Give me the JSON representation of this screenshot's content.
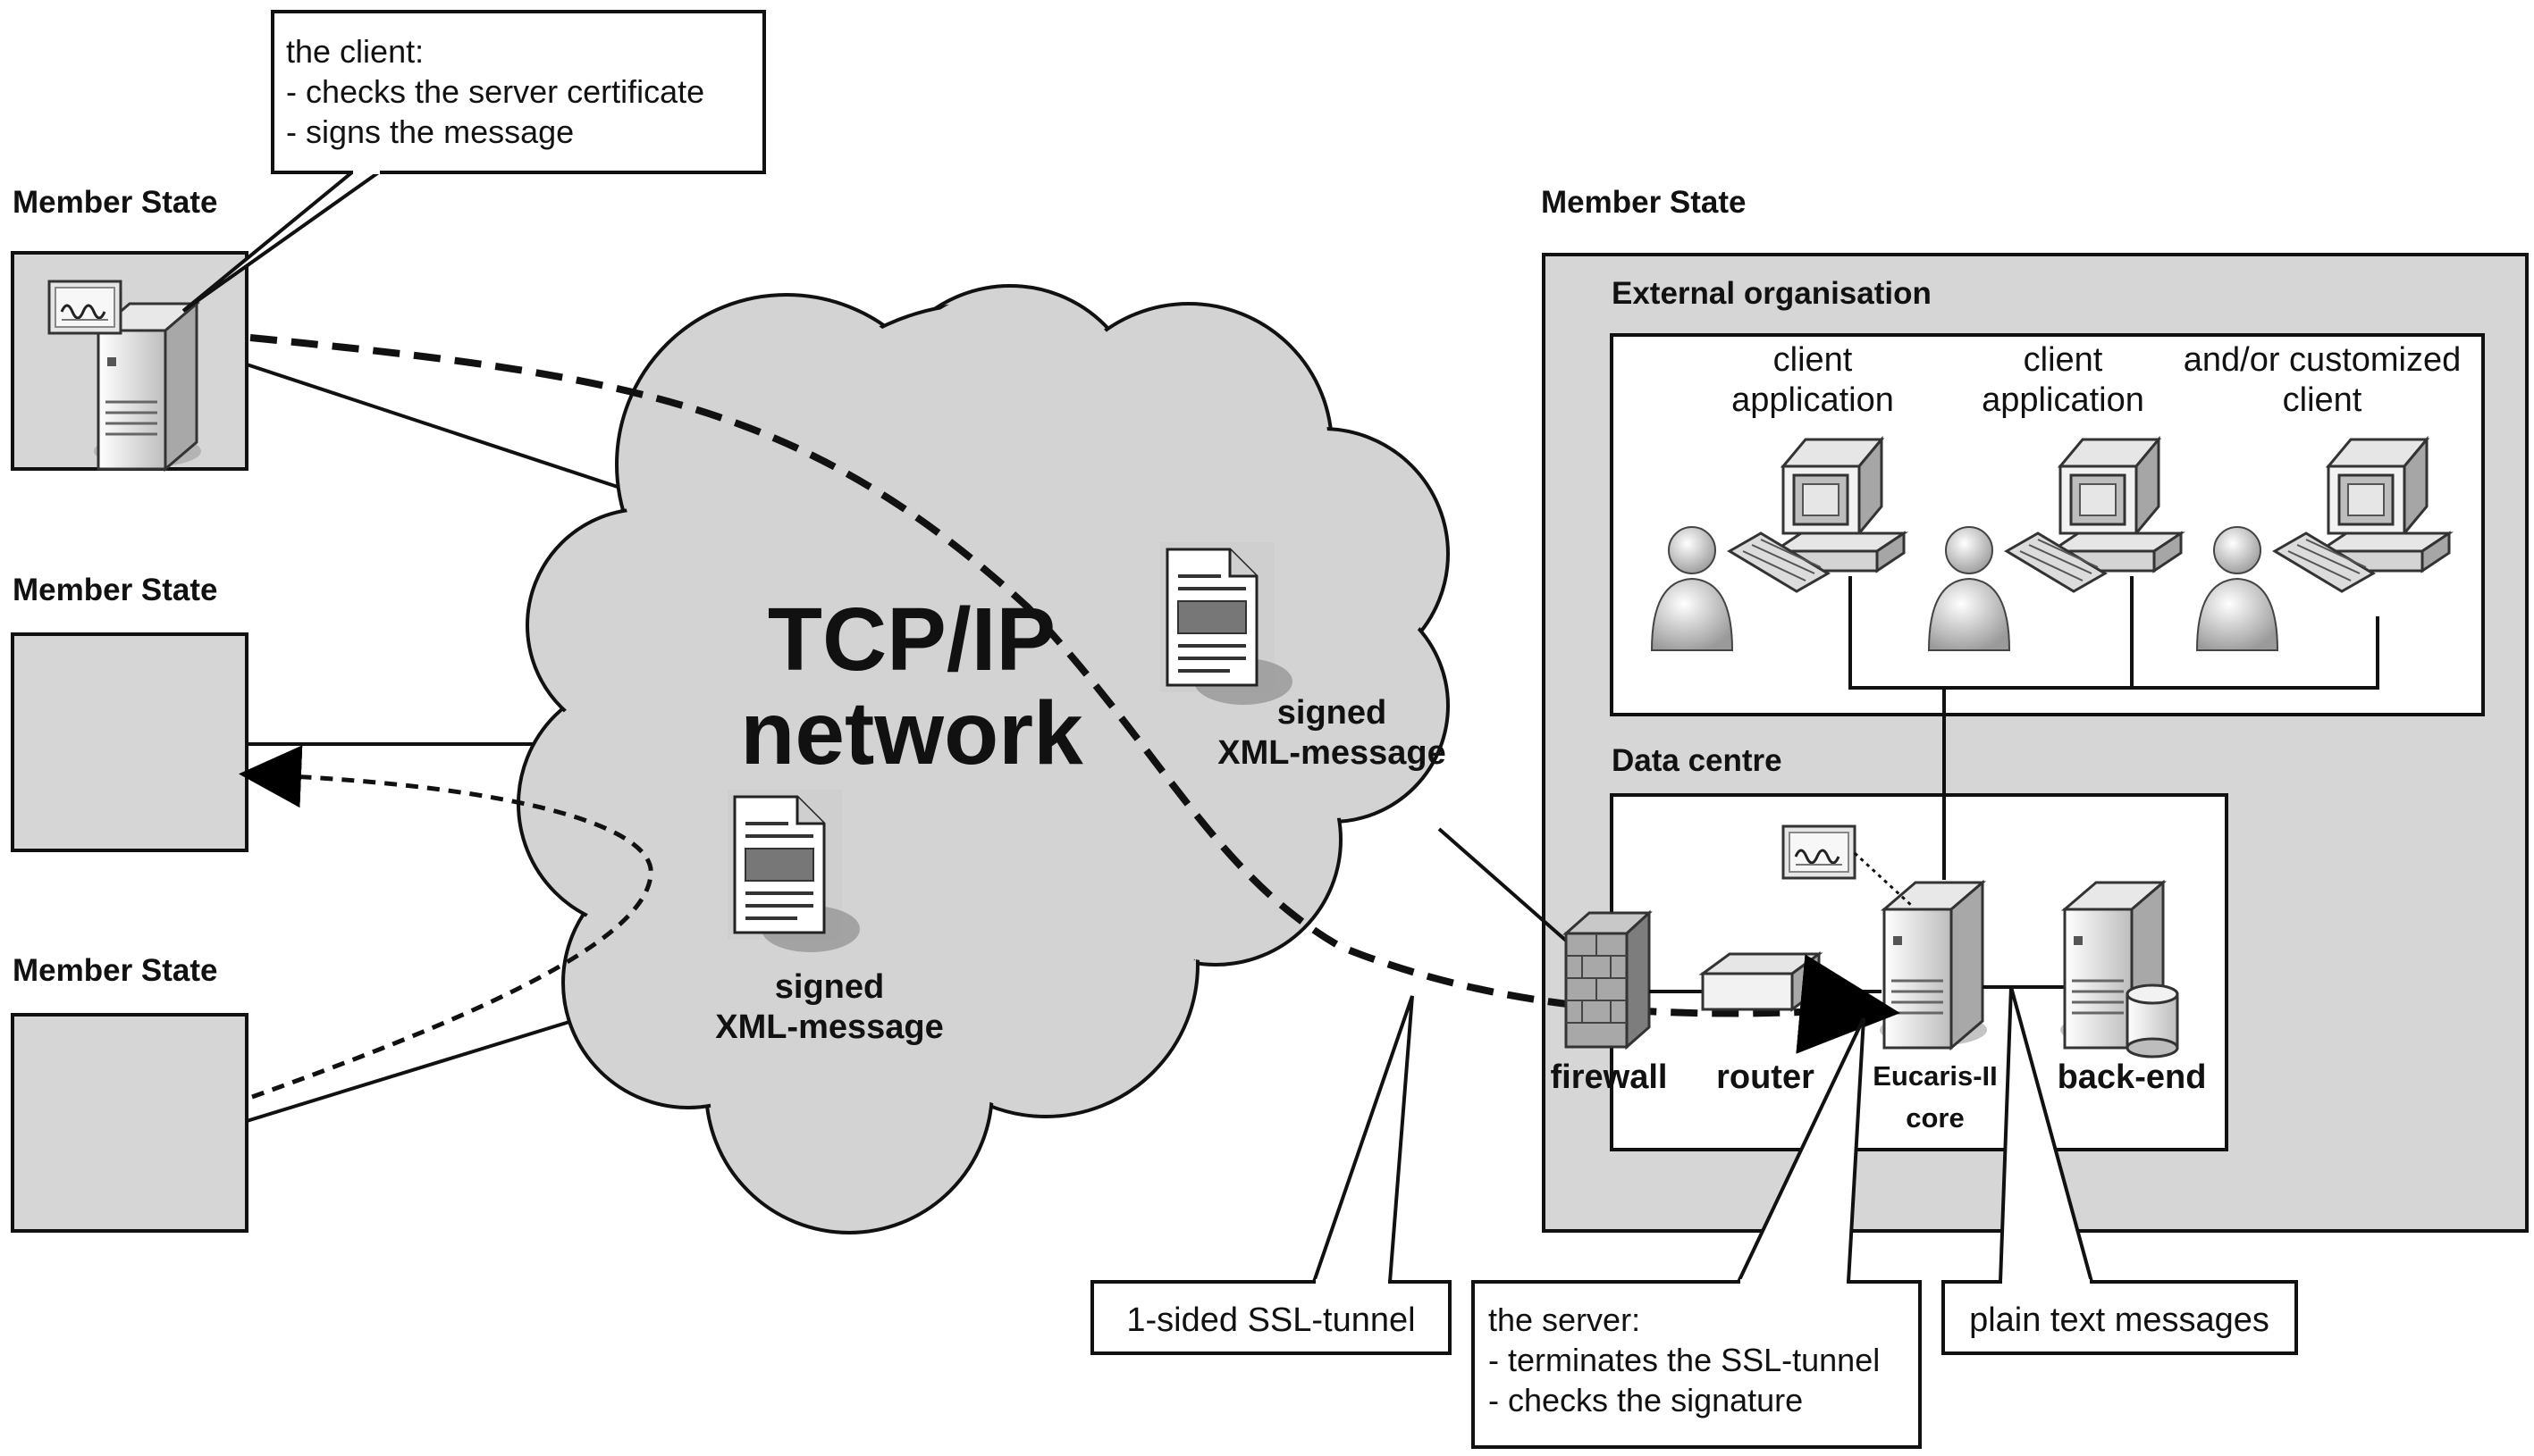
{
  "left_states": [
    {
      "label": "Member State"
    },
    {
      "label": "Member State"
    },
    {
      "label": "Member State"
    }
  ],
  "right_state": {
    "label": "Member State"
  },
  "cloud": {
    "line1": "TCP/IP",
    "line2": "network"
  },
  "xml_messages": [
    {
      "line1": "signed",
      "line2": "XML-message"
    },
    {
      "line1": "signed",
      "line2": "XML-message"
    }
  ],
  "client_callout": {
    "title": "the client:",
    "items": [
      "- checks the server certificate",
      "- signs the message"
    ]
  },
  "external_org": {
    "title": "External organisation",
    "workstations": [
      {
        "line1": "client",
        "line2": "application"
      },
      {
        "line1": "client",
        "line2": "application"
      },
      {
        "line1": "and/or customized",
        "line2": "client"
      }
    ]
  },
  "data_centre": {
    "title": "Data centre",
    "devices": {
      "firewall": "firewall",
      "router": "router",
      "core_line1": "Eucaris-II",
      "core_line2": "core",
      "backend": "back-end"
    }
  },
  "ssl_callout": {
    "text": "1-sided SSL-tunnel"
  },
  "server_callout": {
    "title": "the server:",
    "items": [
      "- terminates the SSL-tunnel",
      "- checks the signature"
    ]
  },
  "plain_callout": {
    "text": "plain text messages"
  }
}
